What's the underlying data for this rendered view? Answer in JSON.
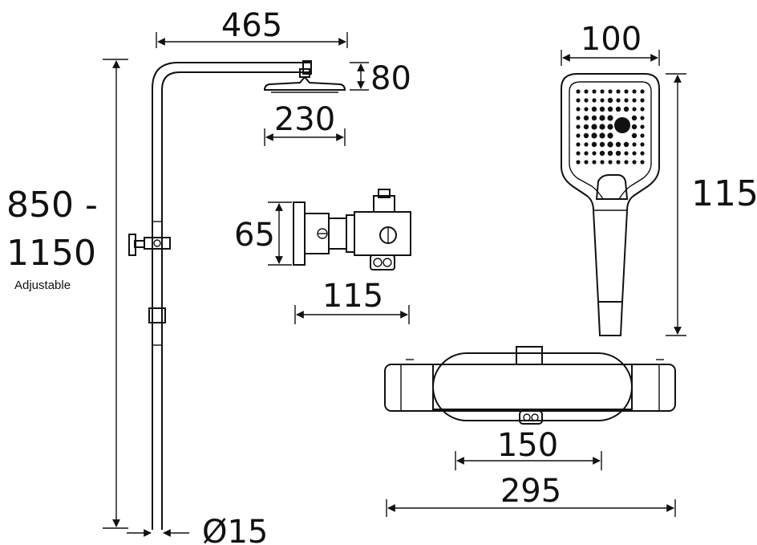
{
  "dimensions": {
    "arm_width": "465",
    "head_height": "80",
    "head_diameter": "230",
    "total_height_line1": "850 -",
    "total_height_line2": "1150",
    "total_height_note": "Adjustable",
    "pipe_diameter": "Ø15",
    "valve_side_height": "65",
    "valve_side_depth": "115",
    "handset_width": "100",
    "handset_height": "115",
    "bar_centres": "150",
    "bar_width": "295"
  },
  "icons": {
    "shower_riser": "shower-riser-rail-icon",
    "shower_head": "overhead-shower-head-icon",
    "valve_side": "thermostatic-valve-side-view-icon",
    "handset": "handheld-shower-icon",
    "bar_valve": "thermostatic-bar-valve-icon"
  },
  "colors": {
    "line": "#111111",
    "background": "#ffffff"
  }
}
